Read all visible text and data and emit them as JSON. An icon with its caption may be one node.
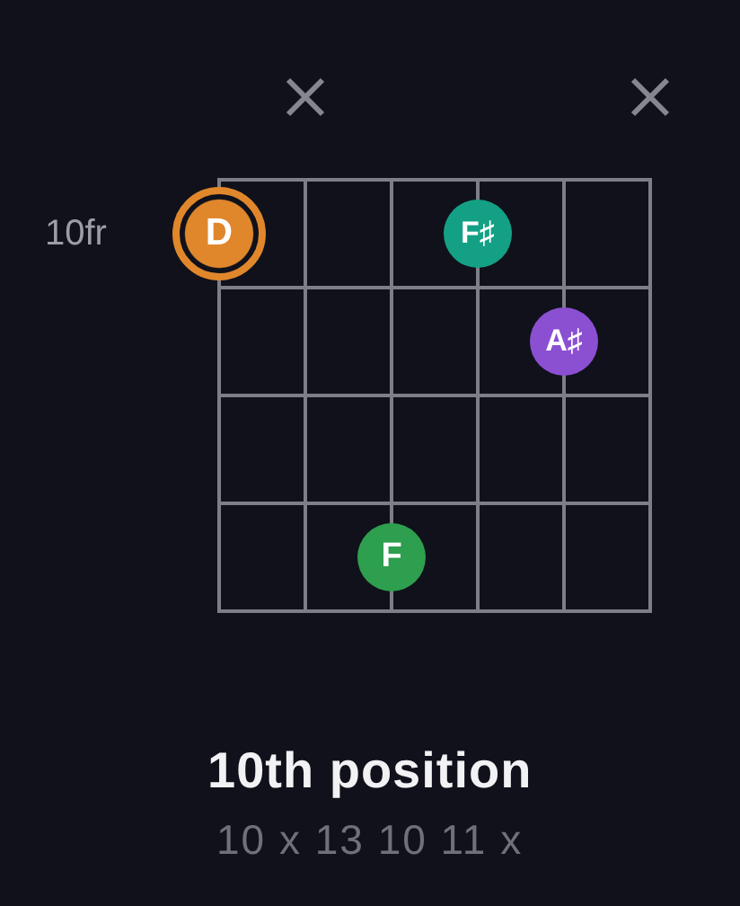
{
  "diagram": {
    "nodes": [
      {
        "text": [
          "D"
        ]
      },
      {
        "text": [
          "F♯"
        ]
      },
      {
        "text": [
          "A♯"
        ]
      },
      {
        "text": [
          "F"
        ]
      }
    ],
    "labels": [
      "10fr",
      "10th position",
      "10 x 13 10 11 x"
    ]
  }
}
